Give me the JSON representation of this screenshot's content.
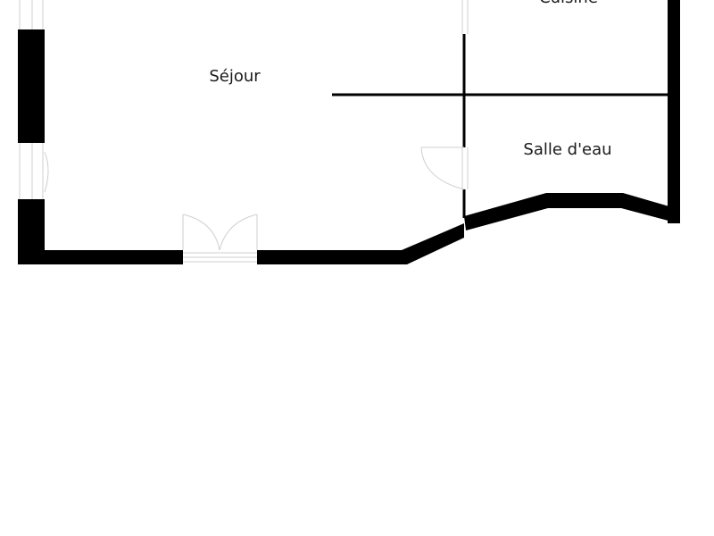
{
  "rooms": {
    "sejour": "Séjour",
    "cuisine": "Cuisine",
    "salle_eau": "Salle d'eau"
  },
  "colors": {
    "wall": "#000000",
    "thin_line": "#cccccc",
    "background": "#ffffff"
  }
}
